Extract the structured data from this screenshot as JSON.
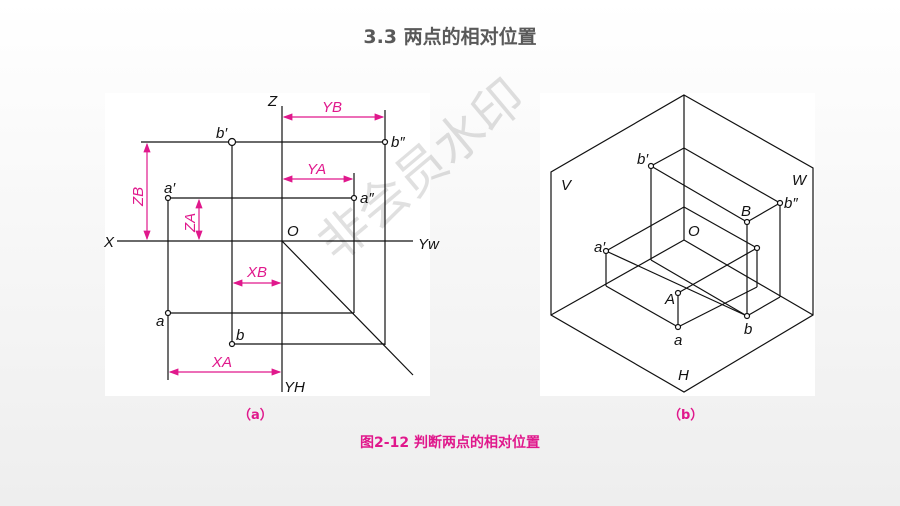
{
  "title": "3.3  两点的相对位置",
  "caption": "图2-12  判断两点的相对位置",
  "sub_a": "（a）",
  "sub_b": "（b）",
  "watermark": "非会员水印",
  "left_labels": {
    "Z": "Z",
    "X": "X",
    "O": "O",
    "YW": "Yw",
    "YH": "YH",
    "b1": "b′",
    "b2": "b″",
    "a1": "a′",
    "a2": "a″",
    "a": "a",
    "b": "b",
    "YB": "YB",
    "YA": "YA",
    "ZB": "ZB",
    "ZA": "ZA",
    "XB": "XB",
    "XA": "XA"
  },
  "right_labels": {
    "V": "V",
    "W": "W",
    "H": "H",
    "O": "O",
    "b1": "b′",
    "b2": "b″",
    "B": "B",
    "a1": "a′",
    "A": "A",
    "a": "a",
    "b": "b"
  },
  "colors": {
    "accent": "#e0188c",
    "line": "#111111"
  }
}
